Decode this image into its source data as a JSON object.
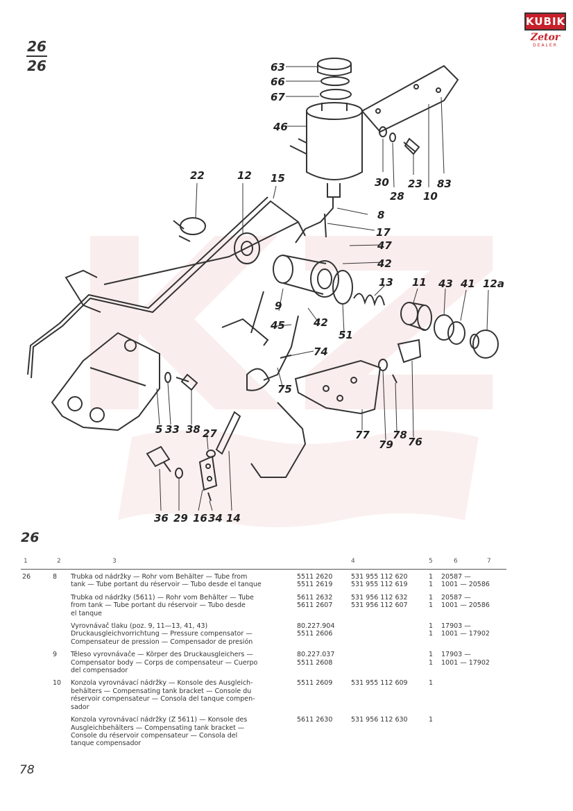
{
  "header": {
    "page_num_top": "26",
    "page_num_bottom": "26"
  },
  "logo": {
    "brand_top": "KUBIK",
    "brand_bottom": "Zetor",
    "brand_sub": "DEALER"
  },
  "diagram": {
    "callouts": [
      "63",
      "66",
      "67",
      "46",
      "30",
      "28",
      "23",
      "10",
      "83",
      "22",
      "12",
      "15",
      "8",
      "17",
      "47",
      "42",
      "13",
      "11",
      "43",
      "41",
      "12a",
      "9",
      "45",
      "51",
      "74",
      "75",
      "5",
      "33",
      "38",
      "27",
      "77",
      "79",
      "78",
      "76",
      "36",
      "29",
      "16",
      "34",
      "14"
    ]
  },
  "figure_label": "26",
  "columns": [
    "1",
    "2",
    "3",
    "4",
    "5",
    "6",
    "7"
  ],
  "parts": [
    {
      "c1": "26",
      "c2": "8",
      "desc": [
        "Trubka od nádržky — Rohr vom Behälter — Tube from",
        "tank — Tube portant du réservoir — Tubo desde el tanque"
      ],
      "c4": [
        "5511 2620",
        "5511 2619"
      ],
      "c5": [
        "531 955 112 620",
        "531 955 112 619"
      ],
      "c6": [
        "1",
        "1"
      ],
      "c7": [
        "20587 —",
        "1001 — 20586"
      ]
    },
    {
      "c1": "",
      "c2": "",
      "desc": [
        "Trubka od nádržky (5611) — Rohr vom Behälter — Tube",
        "from tank — Tube portant du réservoir — Tubo desde",
        "el tanque"
      ],
      "c4": [
        "5611 2632",
        "5611 2607"
      ],
      "c5": [
        "531 956 112 632",
        "531 956 112 607"
      ],
      "c6": [
        "1",
        "1"
      ],
      "c7": [
        "20587 —",
        "1001 — 20586"
      ]
    },
    {
      "c1": "",
      "c2": "",
      "desc": [
        "Vyrovnávač tlaku (poz. 9, 11—13, 41, 43)",
        "Druckausgleichvorrichtung — Pressure compensator —",
        "Compensateur de pression — Compensador de presión"
      ],
      "c4": [
        "80.227.904",
        "5511 2606"
      ],
      "c5": [],
      "c6": [
        "1",
        "1"
      ],
      "c7": [
        "17903 —",
        "1001 — 17902"
      ]
    },
    {
      "c1": "",
      "c2": "9",
      "desc": [
        "Těleso vyrovnávače — Körper des Druckausgleichers —",
        "Compensator body — Corps de compensateur — Cuerpo",
        "del compensador"
      ],
      "c4": [
        "80.227.037",
        "5511 2608"
      ],
      "c5": [],
      "c6": [
        "1",
        "1"
      ],
      "c7": [
        "17903 —",
        "1001 — 17902"
      ]
    },
    {
      "c1": "",
      "c2": "10",
      "desc": [
        "Konzola vyrovnávací nádržky — Konsole des Ausgleich-",
        "behälters — Compensating tank bracket — Console du",
        "réservoir compensateur — Consola del tanque compen-",
        "sador"
      ],
      "c4": [
        "5511 2609"
      ],
      "c5": [
        "531 955 112 609"
      ],
      "c6": [
        "1"
      ],
      "c7": []
    },
    {
      "c1": "",
      "c2": "",
      "desc": [
        "Konzola vyrovnávací nádržky (Z 5611) — Konsole des",
        "Ausgleichbehälters — Compensating tank bracket —",
        "Console du réservoir compensateur — Consola del",
        "tanque compensador"
      ],
      "c4": [
        "5611 2630"
      ],
      "c5": [
        "531 956 112 630"
      ],
      "c6": [
        "1"
      ],
      "c7": []
    }
  ],
  "page_number": "78"
}
